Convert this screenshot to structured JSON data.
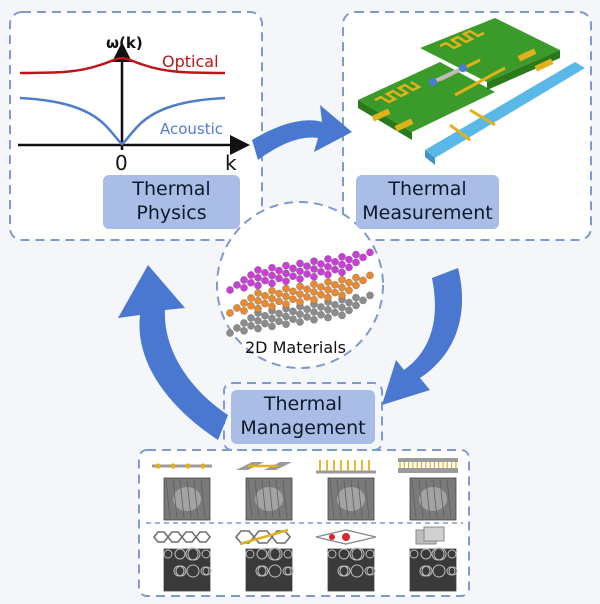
{
  "colors": {
    "optical": "#c0141a",
    "acoustic": "#4f7ccc",
    "dashed_border": "#7f9ad0",
    "arrow": "#4a77cf",
    "label_bg": "#a9bde6",
    "board": "#3a9a2a",
    "gold": "#e0b21a",
    "substrate": "#59b8e8",
    "layer_top": "#c93fd6",
    "layer_mid": "#e78a32",
    "layer_bottom": "#8c8c8c"
  },
  "physics": {
    "y_axis": "ω(k)",
    "x_axis": "k",
    "origin": "0",
    "optical": "Optical",
    "acoustic": "Acoustic",
    "box_line1": "Thermal",
    "box_line2": "Physics"
  },
  "measurement": {
    "box_line1": "Thermal",
    "box_line2": "Measurement"
  },
  "center": {
    "label": "2D Materials"
  },
  "management": {
    "box_line1": "Thermal",
    "box_line2": "Management",
    "panels": [
      {
        "icon": "dotted-wire-icon"
      },
      {
        "icon": "chained-bars-icon"
      },
      {
        "icon": "vertical-pillars-icon"
      },
      {
        "icon": "dense-array-icon"
      },
      {
        "icon": "hex-lattice-icon"
      },
      {
        "icon": "crossed-network-icon"
      },
      {
        "icon": "sandwich-lattice-icon"
      },
      {
        "icon": "stacked-blocks-icon"
      }
    ]
  }
}
